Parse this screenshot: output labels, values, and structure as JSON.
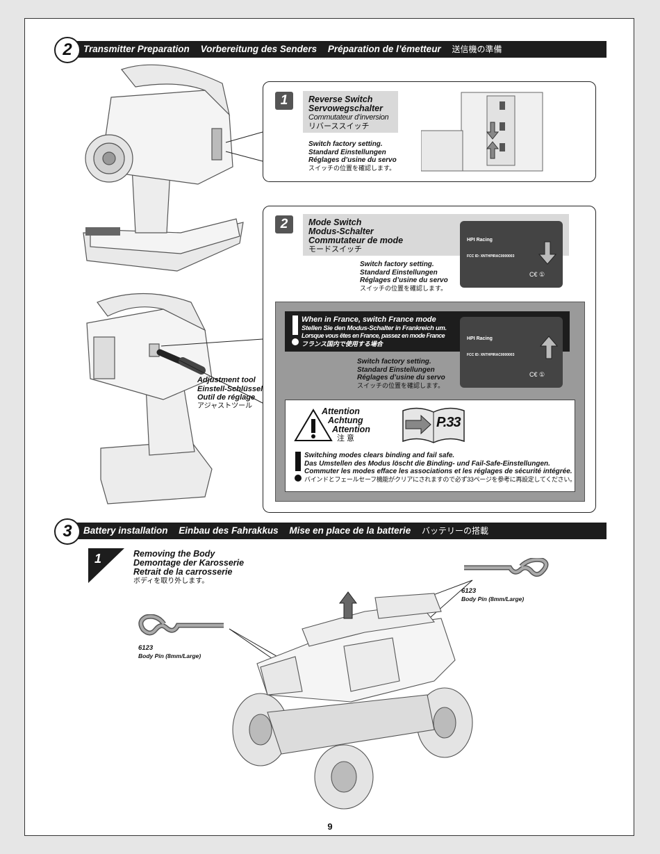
{
  "section2": {
    "number": "2",
    "title_en": "Transmitter Preparation",
    "title_de": "Vorbereitung des Senders",
    "title_fr": "Préparation de l’émetteur",
    "title_jp": "送信機の準備"
  },
  "step1": {
    "number": "1",
    "title_en": "Reverse Switch",
    "title_de": "Servowegschalter",
    "title_fr": "Commutateur d’inversion",
    "title_jp": "リバーススイッチ",
    "note_en": "Switch factory setting.",
    "note_de": "Standard Einstellungen",
    "note_fr": "Réglages d’usine du servo",
    "note_jp": "スイッチの位置を確認します。"
  },
  "step2": {
    "number": "2",
    "title_en": "Mode Switch",
    "title_de": "Modus-Schalter",
    "title_fr": "Commutateur de mode",
    "title_jp": "モードスイッチ",
    "note_en": "Switch factory setting.",
    "note_de": "Standard Einstellungen",
    "note_fr": "Réglages d’usine du servo",
    "note_jp": "スイッチの位置を確認します。"
  },
  "france": {
    "en": "When in France, switch France mode",
    "de": "Stellen Sie den Modus-Schalter in Frankreich um.",
    "fr": "Lorsque vous êtes en France, passez en mode France",
    "jp": "フランス国内で使用する場合",
    "note_en": "Switch factory setting.",
    "note_de": "Standard Einstellungen",
    "note_fr": "Réglages d’usine du servo",
    "note_jp": "スイッチの位置を確認します。"
  },
  "attention": {
    "en": "Attention",
    "de": "Achtung",
    "fr": "Attention",
    "jp": "注 意",
    "page_ref": "P.33",
    "warn_en": "Switching modes clears binding and fail safe.",
    "warn_de": "Das Umstellen des Modus löscht die Binding- und Fail-Safe-Einstellungen.",
    "warn_fr": "Commuter les modes efface les associations et les réglages de sécurité intégrée.",
    "warn_jp": "バインドとフェールセーフ機能がクリアにされますので必ず33ページを参考に再設定してください。"
  },
  "tool": {
    "en": "Adjustment tool",
    "de": "Einstell-Schlüssel",
    "fr": "Outil de réglage",
    "jp": "アジャストツール"
  },
  "label_plate": {
    "brand": "HPI Racing",
    "fcc": "FCC ID: XNTHPIRAC0000003"
  },
  "section3": {
    "number": "3",
    "title_en": "Battery installation",
    "title_de": "Einbau des Fahrakkus",
    "title_fr": "Mise en place de la batterie",
    "title_jp": "バッテリーの搭載"
  },
  "step3_1": {
    "number": "1",
    "en": "Removing the Body",
    "de": "Demontage der Karosserie",
    "fr": "Retrait de la carrosserie",
    "jp": "ボディを取り外します。"
  },
  "pin_right": {
    "part": "6123",
    "desc": "Body Pin (8mm/Large)"
  },
  "pin_left": {
    "part": "6123",
    "desc": "Body Pin (8mm/Large)"
  },
  "page_number": "9"
}
